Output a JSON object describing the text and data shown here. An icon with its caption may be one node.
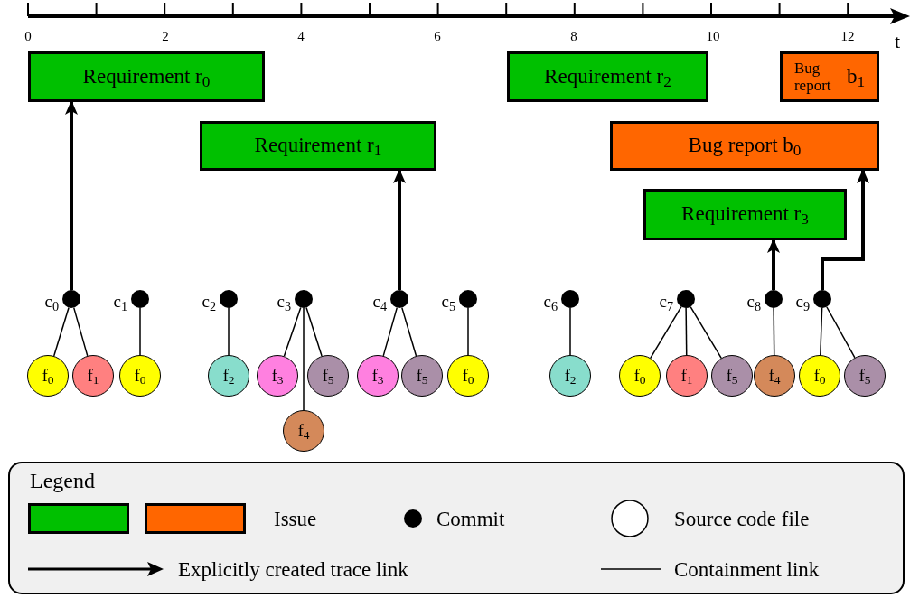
{
  "diagram": {
    "nodes": [
      {
        "text": [
          "Requirement r$_{0}$"
        ]
      },
      {
        "text": [
          "Requirement r$_{2}$"
        ]
      },
      {
        "text": [
          "Bug report",
          "b$_{1}$"
        ]
      },
      {
        "text": [
          "Requirement r$_{1}$"
        ]
      },
      {
        "text": [
          "Bug report b$_{0}$"
        ]
      },
      {
        "text": [
          "Requirement r$_{3}$"
        ]
      },
      {
        "text": [],
        "shape": "circle",
        "beside": [
          "c$_{0}$"
        ]
      },
      {
        "text": [],
        "shape": "circle",
        "beside": [
          "c$_{1}$"
        ]
      },
      {
        "text": [],
        "shape": "circle",
        "beside": [
          "c$_{2}$"
        ]
      },
      {
        "text": [],
        "shape": "circle",
        "beside": [
          "c$_{3}$"
        ]
      },
      {
        "text": [],
        "shape": "circle",
        "beside": [
          "c$_{4}$"
        ]
      },
      {
        "text": [],
        "shape": "circle",
        "beside": [
          "c$_{5}$"
        ]
      },
      {
        "text": [],
        "shape": "circle",
        "beside": [
          "c$_{6}$"
        ]
      },
      {
        "text": [],
        "shape": "circle",
        "beside": [
          "c$_{7}$"
        ]
      },
      {
        "text": [],
        "shape": "circle",
        "beside": [
          "c$_{8}$"
        ]
      },
      {
        "text": [],
        "shape": "circle",
        "beside": [
          "c$_{9}$"
        ]
      },
      {
        "text": [
          "f$_{0}$"
        ]
      },
      {
        "text": [
          "f$_{1}$"
        ]
      },
      {
        "text": [
          "f$_{0}$"
        ]
      },
      {
        "text": [
          "f$_{2}$"
        ]
      },
      {
        "text": [
          "f$_{3}$"
        ]
      },
      {
        "text": [
          "f$_{5}$"
        ]
      },
      {
        "text": [
          "f$_{3}$"
        ]
      },
      {
        "text": [
          "f$_{5}$"
        ]
      },
      {
        "text": [
          "f$_{0}$"
        ]
      },
      {
        "text": [
          "f$_{2}$"
        ]
      },
      {
        "text": [
          "f$_{0}$"
        ]
      },
      {
        "text": [
          "f$_{1}$"
        ]
      },
      {
        "text": [
          "f$_{5}$"
        ]
      },
      {
        "text": [
          "f$_{4}$"
        ]
      },
      {
        "text": [
          "f$_{0}$"
        ]
      },
      {
        "text": [
          "f$_{5}$"
        ]
      },
      {
        "text": [
          "f$_{4}$"
        ]
      }
    ],
    "edges": [
      {
        "from": 6,
        "to": 0,
        "arrow": "to",
        "style": "thick"
      },
      {
        "from": 10,
        "to": 3,
        "arrow": "to",
        "style": "thick"
      },
      {
        "from": 14,
        "to": 5,
        "arrow": "to",
        "style": "thick"
      },
      {
        "from": 15,
        "to": 4,
        "arrow": "to",
        "style": "thick"
      },
      {
        "from": 6,
        "to": 16,
        "arrow": "none"
      },
      {
        "from": 6,
        "to": 17,
        "arrow": "none"
      },
      {
        "from": 7,
        "to": 18,
        "arrow": "none"
      },
      {
        "from": 8,
        "to": 19,
        "arrow": "none"
      },
      {
        "from": 9,
        "to": 20,
        "arrow": "none"
      },
      {
        "from": 9,
        "to": 32,
        "arrow": "none"
      },
      {
        "from": 9,
        "to": 21,
        "arrow": "none"
      },
      {
        "from": 10,
        "to": 22,
        "arrow": "none"
      },
      {
        "from": 10,
        "to": 23,
        "arrow": "none"
      },
      {
        "from": 11,
        "to": 24,
        "arrow": "none"
      },
      {
        "from": 12,
        "to": 25,
        "arrow": "none"
      },
      {
        "from": 13,
        "to": 26,
        "arrow": "none"
      },
      {
        "from": 13,
        "to": 27,
        "arrow": "none"
      },
      {
        "from": 13,
        "to": 28,
        "arrow": "none"
      },
      {
        "from": 14,
        "to": 29,
        "arrow": "none"
      },
      {
        "from": 15,
        "to": 30,
        "arrow": "none"
      },
      {
        "from": 15,
        "to": 31,
        "arrow": "none"
      }
    ],
    "labels": [
      "0",
      "2",
      "4",
      "6",
      "8",
      "10",
      "12",
      "t",
      "Legend"
    ],
    "legend": [
      {
        "text": "Issue",
        "color": "#00c000"
      },
      {
        "text": "Commit"
      },
      {
        "text": "Source code file"
      },
      {
        "text": "Explicitly created trace link"
      },
      {
        "text": "Containment link"
      }
    ]
  }
}
